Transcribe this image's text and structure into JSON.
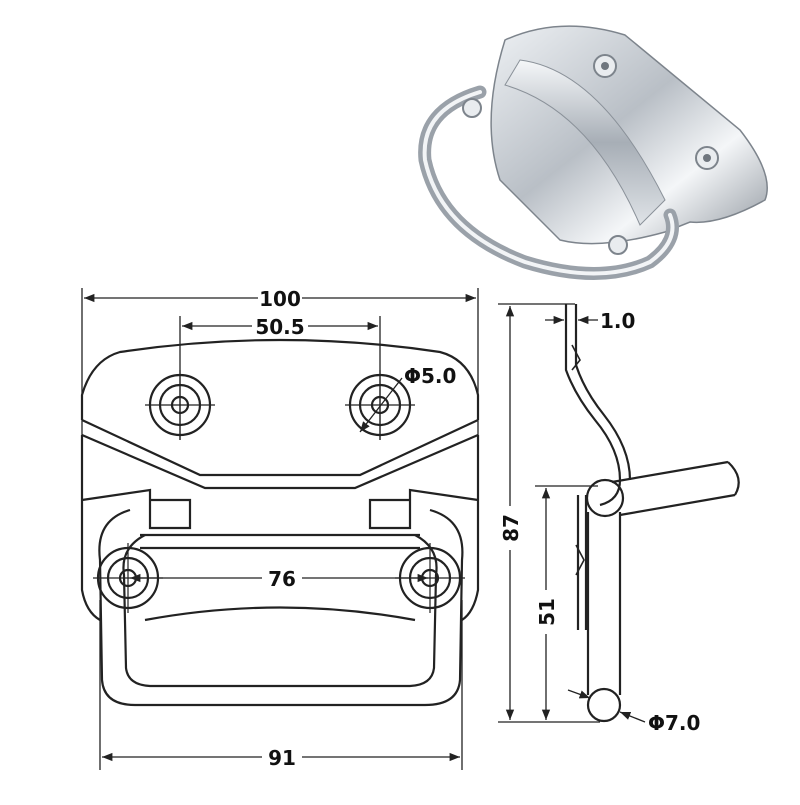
{
  "diagram": {
    "front_view": {
      "overall_width": "100",
      "hole_spacing": "50.5",
      "hole_diameter": "Φ5.0",
      "pivot_spacing": "76",
      "handle_width": "91"
    },
    "side_view": {
      "plate_thickness": "1.0",
      "overall_height": "87",
      "handle_drop": "51",
      "wire_diameter": "Φ7.0"
    },
    "photo": {
      "subject": "stainless steel chest handle",
      "finish_color": "#c9ced3"
    },
    "line_color": "#222222"
  }
}
